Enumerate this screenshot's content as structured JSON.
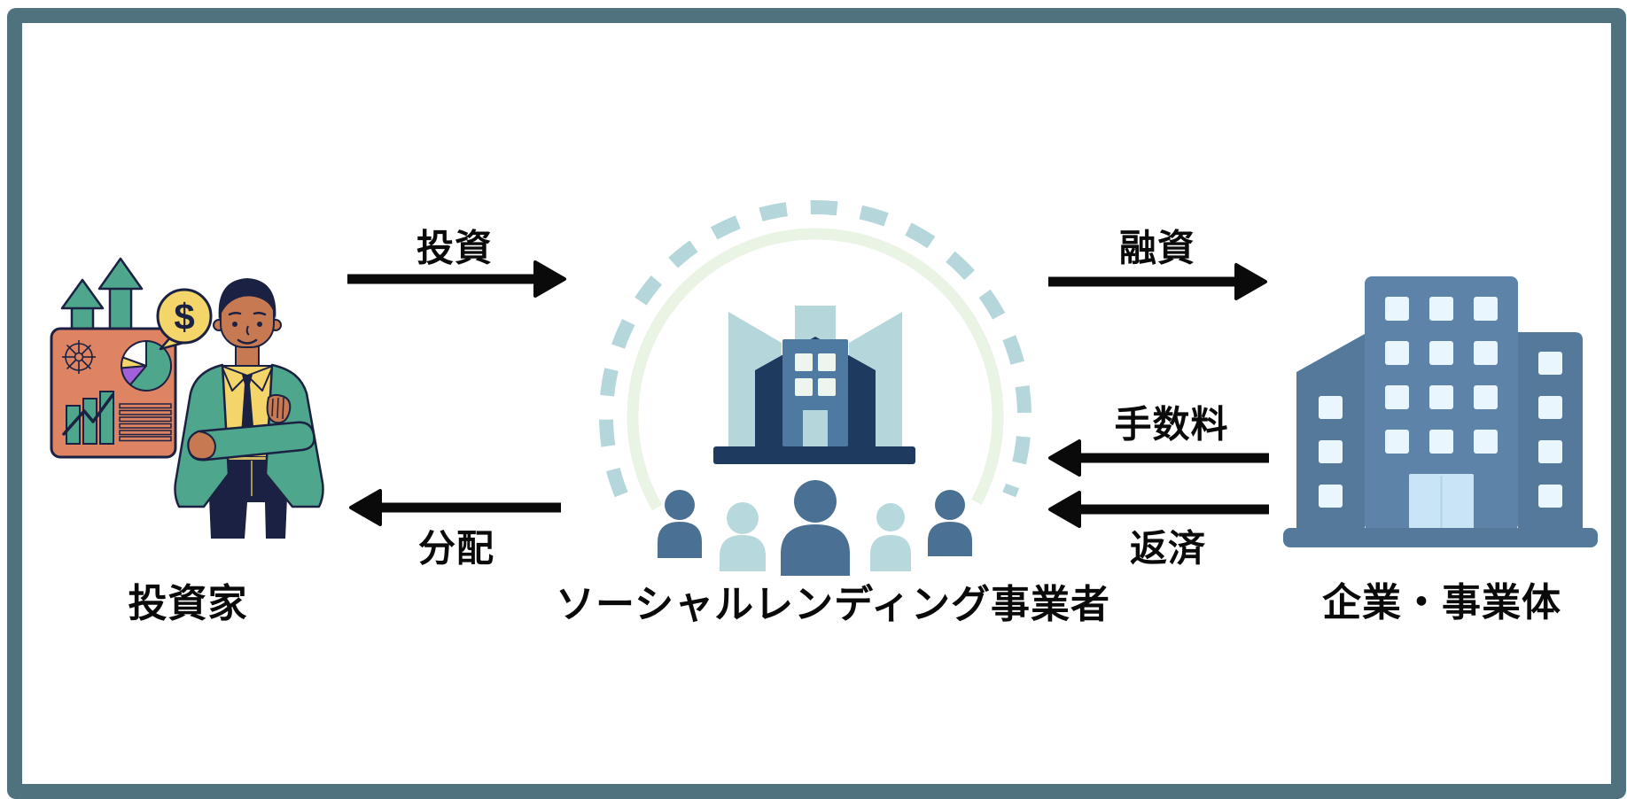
{
  "frame": {
    "background": "#ffffff",
    "border_color": "#4f727e"
  },
  "entities": {
    "investor": {
      "label": "投資家"
    },
    "platform": {
      "label": "ソーシャルレンディング事業者"
    },
    "company": {
      "label": "企業・事業体"
    }
  },
  "flows": {
    "invest": {
      "label": "投資",
      "direction": "right"
    },
    "loan": {
      "label": "融資",
      "direction": "right"
    },
    "fee": {
      "label": "手数料",
      "direction": "left"
    },
    "repay": {
      "label": "返済",
      "direction": "left"
    },
    "distribute": {
      "label": "分配",
      "direction": "left"
    }
  },
  "illustrations": {
    "investor_money_symbol": "$"
  },
  "colors": {
    "text": "#0a0a0a",
    "arrow": "#0a0a0a",
    "frame_border": "#4f727e",
    "teal": "#4ea78c",
    "yellow": "#f4d569",
    "orange": "#de8463",
    "purple": "#a161d8",
    "skin": "#c77a52",
    "outline_navy": "#1b2142",
    "hub_teal_light": "#b5d7db",
    "hub_arc_green": "#e9f4e4",
    "hub_blue": "#4e79a0",
    "hub_navy": "#1e3a5f",
    "hub_window": "#eef5ee",
    "person_dark": "#4a7194",
    "person_light": "#b7d8dc",
    "bldg_main": "#5d83a9",
    "bldg_side": "#55799b",
    "bldg_window": "#eaf6fd",
    "bldg_door": "#c8e4f5"
  }
}
